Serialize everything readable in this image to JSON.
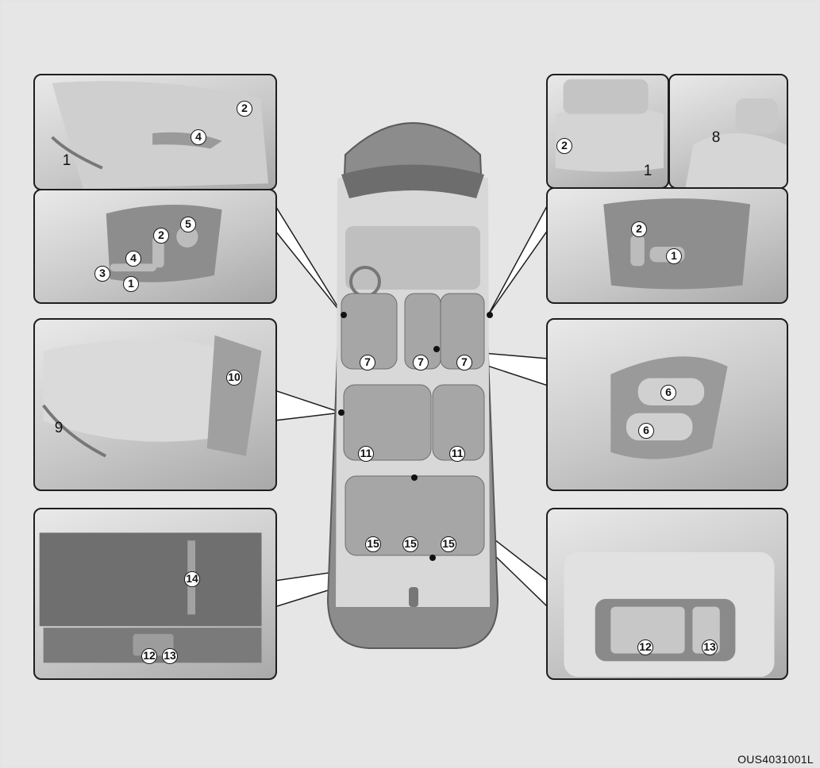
{
  "image_code": "OUS4031001L",
  "panels": {
    "front_left_manual": {
      "labels": [
        "1",
        "2",
        "4"
      ]
    },
    "front_left_power": {
      "labels": [
        "1",
        "2",
        "3",
        "4",
        "5"
      ]
    },
    "front_right_manual": {
      "labels": [
        "2",
        "1"
      ]
    },
    "front_right_headrest": {
      "labels": [
        "8"
      ]
    },
    "front_right_power": {
      "labels": [
        "2",
        "1"
      ]
    },
    "second_row": {
      "labels": [
        "9",
        "10"
      ]
    },
    "second_row_climate": {
      "labels": [
        "6",
        "6"
      ]
    },
    "third_row_back": {
      "labels": [
        "14",
        "12",
        "13"
      ]
    },
    "third_row_release": {
      "labels": [
        "12",
        "13"
      ]
    }
  },
  "car": {
    "seat_labels": [
      "7",
      "7",
      "7",
      "11",
      "11",
      "15",
      "15",
      "15"
    ]
  },
  "colors": {
    "outline": "#1e1e1e",
    "body": "#8c8c8c",
    "seat": "#a6a6a6"
  }
}
